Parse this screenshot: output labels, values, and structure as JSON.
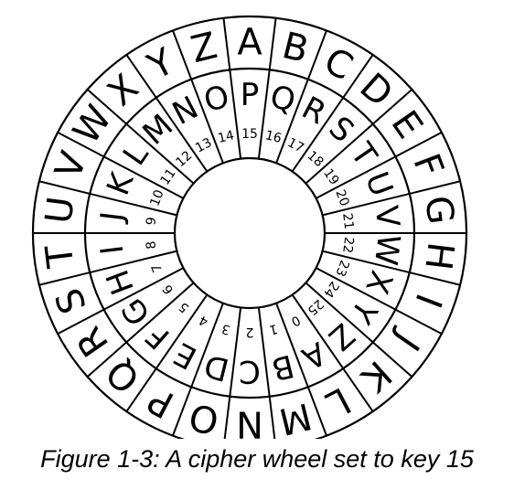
{
  "figure": {
    "caption": "Figure 1-3: A cipher wheel set to key 15",
    "key": 15,
    "outer_ring_letters": [
      "A",
      "B",
      "C",
      "D",
      "E",
      "F",
      "G",
      "H",
      "I",
      "J",
      "K",
      "L",
      "M",
      "N",
      "O",
      "P",
      "Q",
      "R",
      "S",
      "T",
      "U",
      "V",
      "W",
      "X",
      "Y",
      "Z"
    ],
    "inner_ring_letters": [
      "A",
      "B",
      "C",
      "D",
      "E",
      "F",
      "G",
      "H",
      "I",
      "J",
      "K",
      "L",
      "M",
      "N",
      "O",
      "P",
      "Q",
      "R",
      "S",
      "T",
      "U",
      "V",
      "W",
      "X",
      "Y",
      "Z"
    ],
    "inner_ring_numbers": [
      "0",
      "1",
      "2",
      "3",
      "4",
      "5",
      "6",
      "7",
      "8",
      "9",
      "10",
      "11",
      "12",
      "13",
      "14",
      "15",
      "16",
      "17",
      "18",
      "19",
      "20",
      "21",
      "22",
      "23",
      "24",
      "25"
    ],
    "line_color": "#000000",
    "background_color": "#ffffff"
  }
}
